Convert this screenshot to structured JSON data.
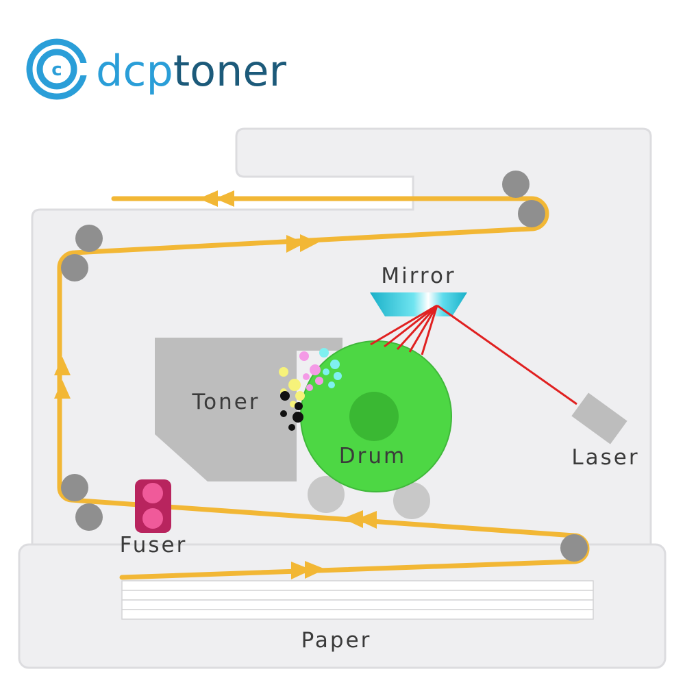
{
  "brand": {
    "name_part1": "dcp",
    "name_part2": "toner",
    "logo_letter": "c",
    "color_primary": "#2a9ed8",
    "color_dark": "#1c5a7a"
  },
  "labels": {
    "mirror": "Mirror",
    "toner": "Toner",
    "drum": "Drum",
    "laser": "Laser",
    "fuser": "Fuser",
    "paper": "Paper"
  },
  "colors": {
    "casing": "#efeff1",
    "casing_border": "#d9d9dc",
    "paper_path": "#f2b735",
    "roller": "#8f8f8f",
    "drum": "#4dd744",
    "drum_core": "#3ab833",
    "toner_cartridge": "#bdbdbd",
    "laser_beam": "#e02020",
    "laser_unit": "#bdbdbd",
    "fuser": "#b8245e",
    "fuser_roller": "#f05a9a",
    "mirror": "#2ec4d8"
  }
}
